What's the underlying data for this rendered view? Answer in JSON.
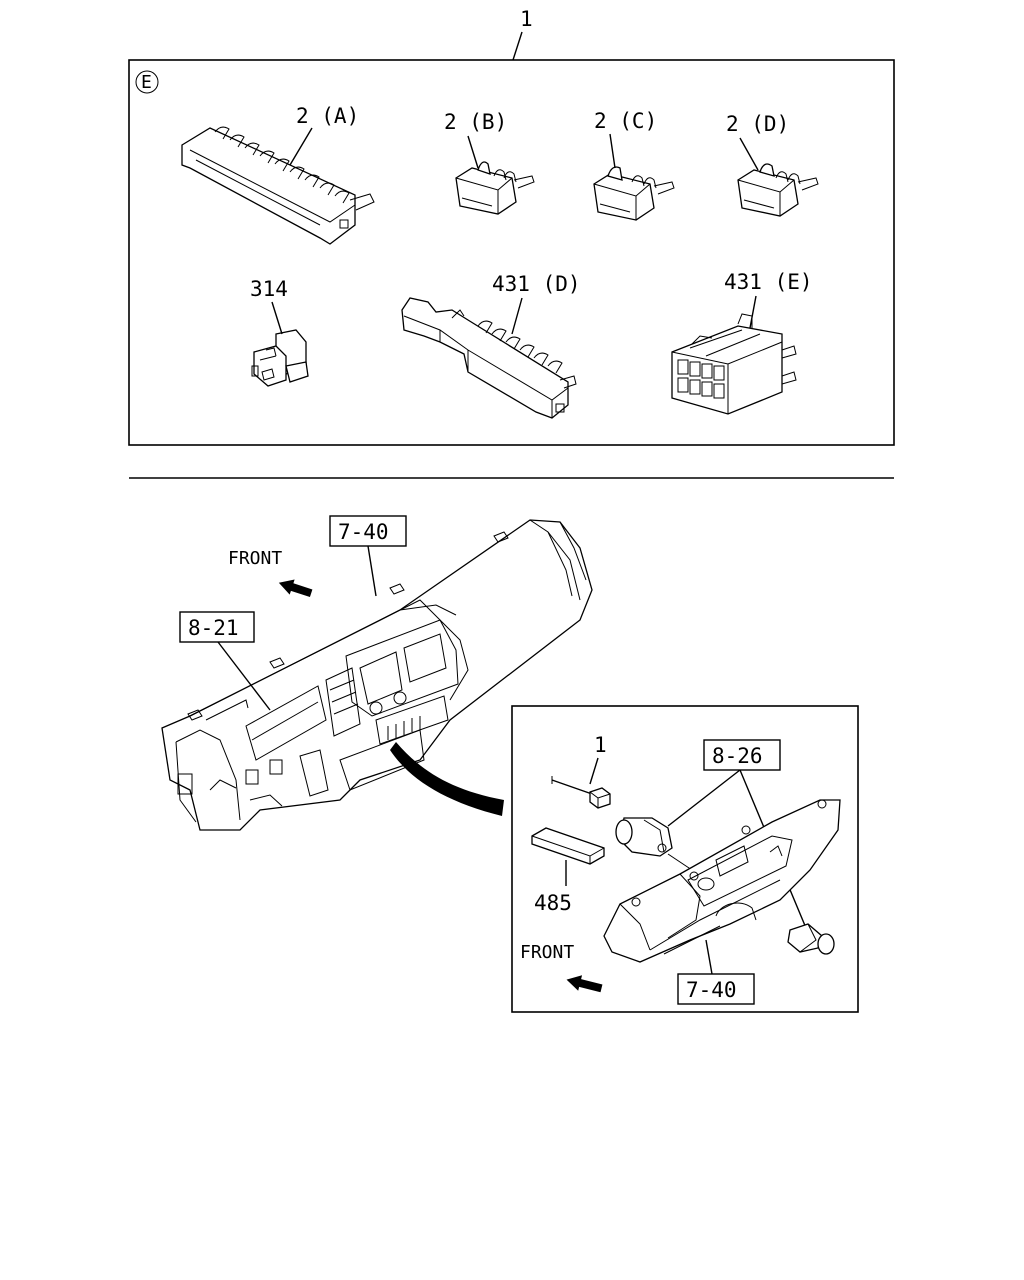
{
  "top_callout": "1",
  "kit_symbol": "E",
  "parts": {
    "p2a": "2 (A)",
    "p2b": "2 (B)",
    "p2c": "2 (C)",
    "p2d": "2 (D)",
    "p314": "314",
    "p431d": "431 (D)",
    "p431e": "431 (E)"
  },
  "dash": {
    "ref_7_40": "7-40",
    "ref_8_21": "8-21",
    "front": "FRONT"
  },
  "inset": {
    "callout_1": "1",
    "ref_8_26": "8-26",
    "part_485": "485",
    "front": "FRONT",
    "ref_7_40": "7-40"
  }
}
